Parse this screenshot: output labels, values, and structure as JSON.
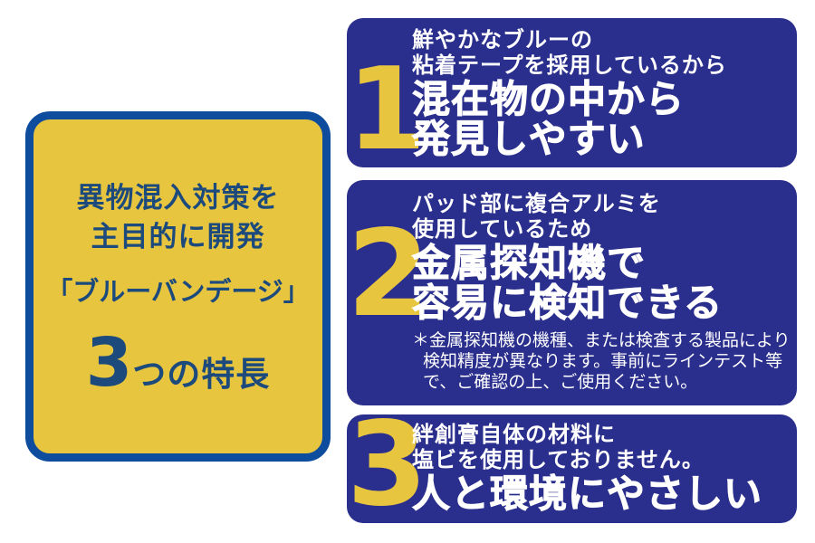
{
  "colors": {
    "panel_navy": "#2a2e8c",
    "accent_yellow": "#e8c53e",
    "left_border_blue": "#0e4c9e",
    "left_text_navy": "#1c4a7d",
    "text_white": "#ffffff",
    "page_bg": "#ffffff"
  },
  "left_panel": {
    "line1": "異物混入対策を",
    "line2": "主目的に開発",
    "product": "「ブルーバンデージ」",
    "count_number": "3",
    "count_label": "つの特長"
  },
  "features": [
    {
      "number": "1",
      "lead_lines": [
        "鮮やかなブルーの",
        "粘着テープを採用しているから"
      ],
      "headline_lines": [
        "混在物の中から",
        "発見しやすい"
      ],
      "note_lines": []
    },
    {
      "number": "2",
      "lead_lines": [
        "パッド部に複合アルミを",
        "使用しているため"
      ],
      "headline_lines": [
        "金属探知機で",
        "容易に検知できる"
      ],
      "note_lines": [
        "＊金属探知機の機種、または検査する製品により",
        "検知精度が異なります。事前にラインテスト等",
        "で、ご確認の上、ご使用ください。"
      ]
    },
    {
      "number": "3",
      "lead_lines": [
        "絆創膏自体の材料に",
        "塩ビを使用しておりません。"
      ],
      "headline_lines": [
        "人と環境にやさしい"
      ],
      "note_lines": []
    }
  ]
}
